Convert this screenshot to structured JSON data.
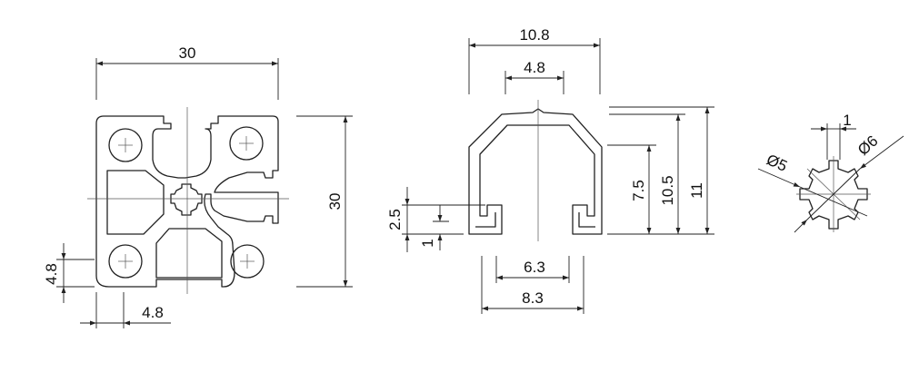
{
  "profile_view": {
    "width_dim": "30",
    "height_dim": "30",
    "offset_x_dim": "4.8",
    "offset_y_dim": "4.8"
  },
  "slot_view": {
    "top_width_dim": "10.8",
    "opening_dim": "4.8",
    "lip_height_dim": "2.5",
    "lip_thickness_dim": "1",
    "inner_width_dim": "6.3",
    "outer_width_dim": "8.3",
    "depth_a_dim": "7.5",
    "depth_b_dim": "10.5",
    "depth_c_dim": "11"
  },
  "bore_view": {
    "slot_width_dim": "1",
    "inner_diameter_dim": "5",
    "outer_diameter_dim": "6",
    "diameter_symbol": "Ø"
  }
}
